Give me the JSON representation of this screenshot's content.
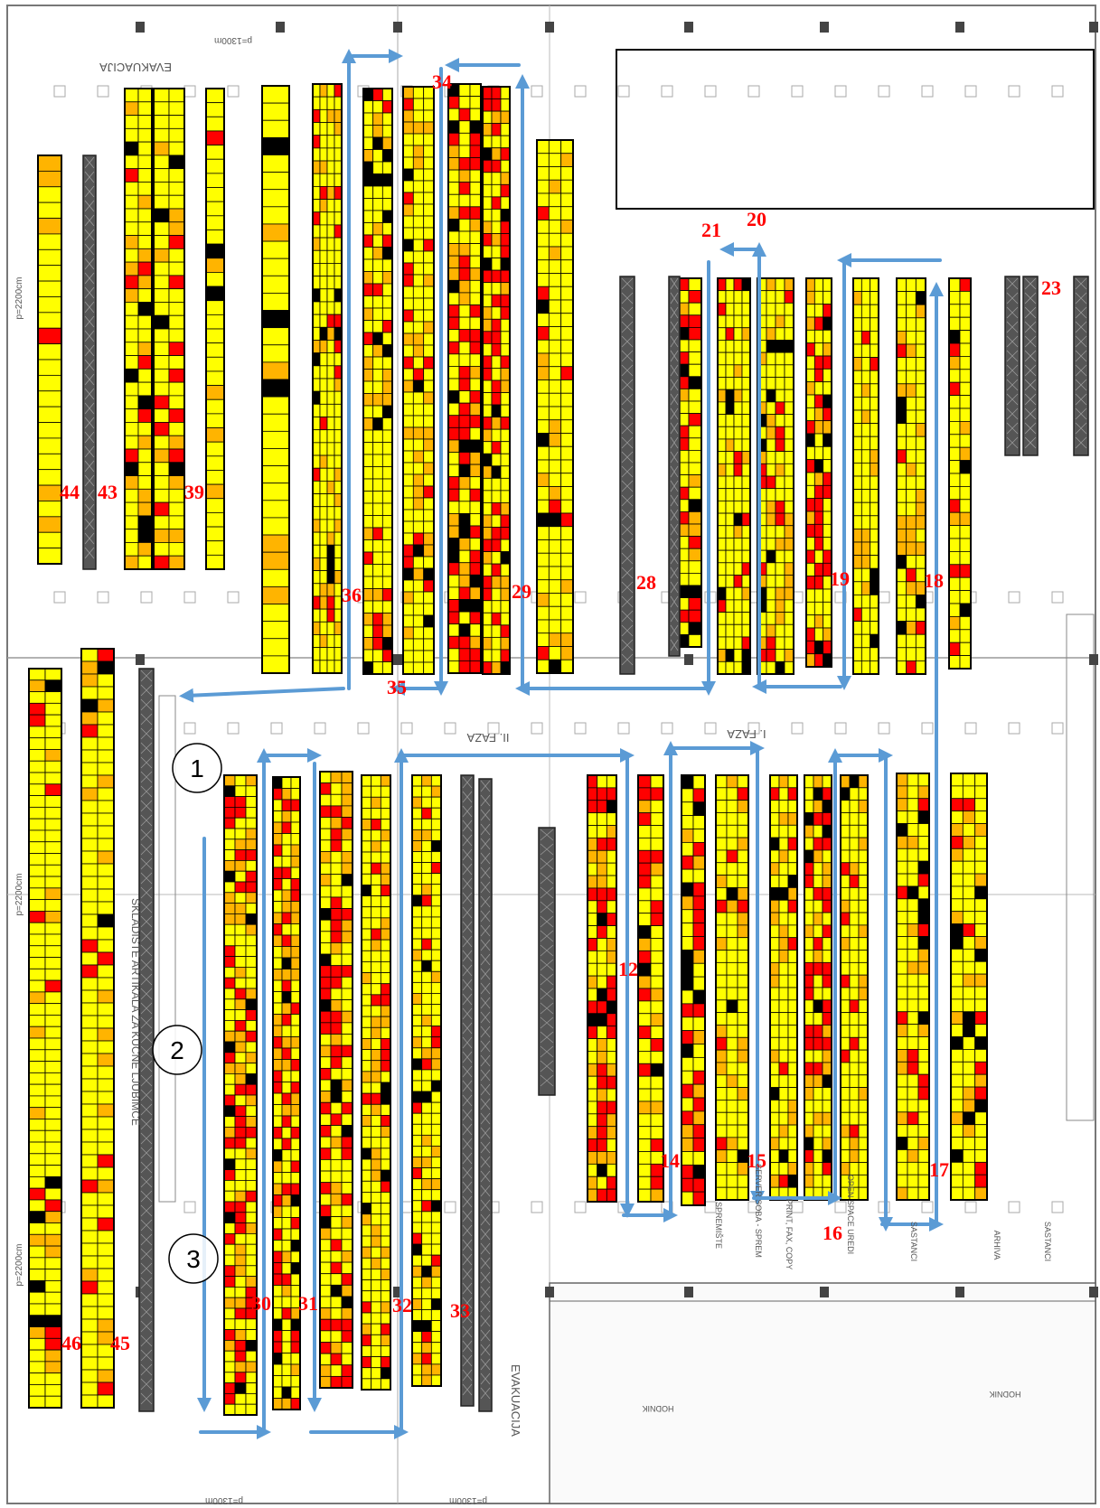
{
  "colors": {
    "yellow": "#ffff00",
    "orange": "#ffb400",
    "red": "#ff0000",
    "black": "#000000",
    "blocked": "#555555",
    "route": "#5b9bd5",
    "label": "#ff0000"
  },
  "drawing_labels": {
    "evakuacija_top": "EVAKUACIJA",
    "evakuacija_bottom": "EVAKUACIJA",
    "faza_ii": "II. FAZA",
    "faza_i": "I. FAZA",
    "skladiste": "SKLADIŠTE ARTIKALA ZA KUĆNE LJUBIMCE",
    "p_top": "p=1300m",
    "p_side_top": "p=2200cm",
    "p_side_mid": "p=2200cm",
    "p_side_bottom": "p=2200cm",
    "p_bottom_1": "p=1300m",
    "p_bottom_2": "p=1300m",
    "sastanci_1": "SASTANCI",
    "sastanci_2": "SASTANCI",
    "arhiva": "ARHIVA",
    "spremiste": "SPREMIŠTE",
    "server": "SERVER SOBA - SPREM",
    "print": "PRINT, FAX, COPY",
    "open_space": "OPEN SPACE UREDI",
    "hodnik_1": "HODNIK",
    "hodnik_2": "HODNIK"
  },
  "rack_labels": [
    {
      "id": "rack-44",
      "text": "44"
    },
    {
      "id": "rack-43",
      "text": "43"
    },
    {
      "id": "rack-39",
      "text": "39"
    },
    {
      "id": "rack-36",
      "text": "36"
    },
    {
      "id": "rack-35",
      "text": "35"
    },
    {
      "id": "rack-34",
      "text": "34"
    },
    {
      "id": "rack-29",
      "text": "29"
    },
    {
      "id": "rack-28",
      "text": "28"
    },
    {
      "id": "rack-21",
      "text": "21"
    },
    {
      "id": "rack-20",
      "text": "20"
    },
    {
      "id": "rack-19",
      "text": "19"
    },
    {
      "id": "rack-18",
      "text": "18"
    },
    {
      "id": "rack-23",
      "text": "23"
    },
    {
      "id": "rack-12",
      "text": "12"
    },
    {
      "id": "rack-14",
      "text": "14"
    },
    {
      "id": "rack-15",
      "text": "15"
    },
    {
      "id": "rack-16",
      "text": "16"
    },
    {
      "id": "rack-17",
      "text": "17"
    },
    {
      "id": "rack-30",
      "text": "30"
    },
    {
      "id": "rack-31",
      "text": "31"
    },
    {
      "id": "rack-32",
      "text": "32"
    },
    {
      "id": "rack-33",
      "text": "33"
    },
    {
      "id": "rack-46",
      "text": "46"
    },
    {
      "id": "rack-45",
      "text": "45"
    }
  ],
  "zones": [
    {
      "id": "zone-1",
      "text": "1"
    },
    {
      "id": "zone-2",
      "text": "2"
    },
    {
      "id": "zone-3",
      "text": "3"
    }
  ]
}
